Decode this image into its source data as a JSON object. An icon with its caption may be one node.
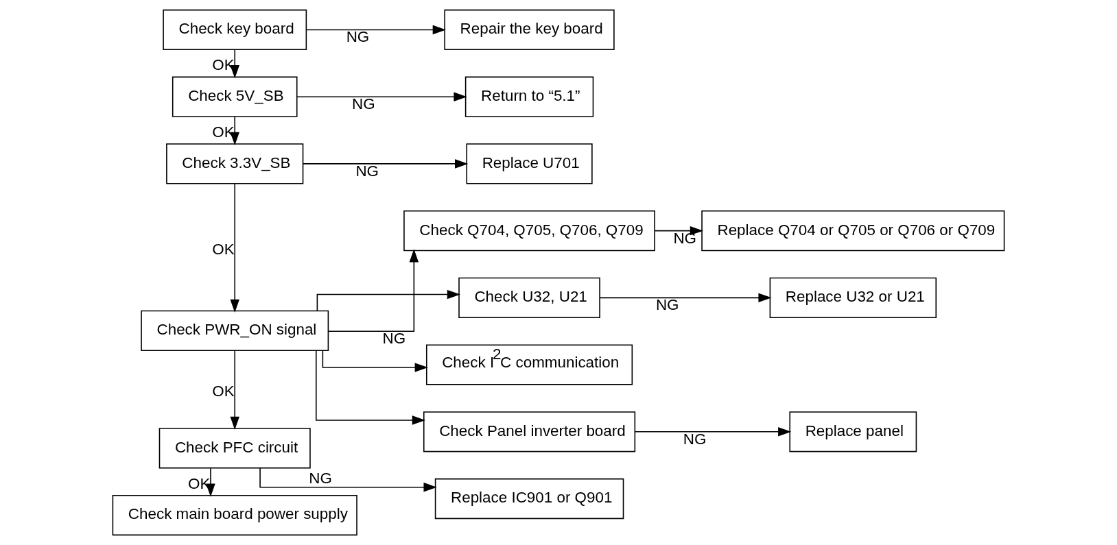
{
  "diagram": {
    "nodes": [
      {
        "text": [
          "Check key board"
        ]
      },
      {
        "text": [
          "Repair the key board"
        ]
      },
      {
        "text": [
          "Check 5V_SB"
        ]
      },
      {
        "text": [
          "Return to “5.1”"
        ]
      },
      {
        "text": [
          "Check 3.3V_SB"
        ]
      },
      {
        "text": [
          "Replace U701"
        ]
      },
      {
        "text": [
          "Check PWR_ON signal"
        ]
      },
      {
        "text": [
          "Check Q704, Q705, Q706, Q709"
        ]
      },
      {
        "text": [
          "Replace Q704 or Q705 or Q706 or Q709"
        ]
      },
      {
        "text": [
          "Check U32, U21"
        ]
      },
      {
        "text": [
          "Replace U32 or U21"
        ]
      },
      {
        "text": [
          "Check I$^{2}$C communication"
        ]
      },
      {
        "text": [
          "Check Panel inverter board"
        ]
      },
      {
        "text": [
          "Replace panel"
        ]
      },
      {
        "text": [
          "Check PFC circuit"
        ]
      },
      {
        "text": [
          "Replace IC901 or Q901"
        ]
      },
      {
        "text": [
          "Check main board power supply"
        ]
      }
    ],
    "edges": [
      {
        "from": 0,
        "to": 1,
        "arrow": "to",
        "label": "NG"
      },
      {
        "from": 0,
        "to": 2,
        "arrow": "to",
        "label": "OK"
      },
      {
        "from": 2,
        "to": 3,
        "arrow": "to",
        "label": "NG"
      },
      {
        "from": 2,
        "to": 4,
        "arrow": "to",
        "label": "OK"
      },
      {
        "from": 4,
        "to": 5,
        "arrow": "to",
        "label": "NG"
      },
      {
        "from": 4,
        "to": 6,
        "arrow": "to",
        "label": "OK"
      },
      {
        "from": 6,
        "to": 7,
        "arrow": "to",
        "label": "NG"
      },
      {
        "from": 6,
        "to": 9,
        "arrow": "to"
      },
      {
        "from": 6,
        "to": 11,
        "arrow": "to"
      },
      {
        "from": 6,
        "to": 12,
        "arrow": "to"
      },
      {
        "from": 7,
        "to": 8,
        "arrow": "to",
        "label": "NG"
      },
      {
        "from": 9,
        "to": 10,
        "arrow": "to",
        "label": "NG"
      },
      {
        "from": 12,
        "to": 13,
        "arrow": "to",
        "label": "NG"
      },
      {
        "from": 6,
        "to": 14,
        "arrow": "to",
        "label": "OK"
      },
      {
        "from": 14,
        "to": 15,
        "arrow": "to",
        "label": "NG"
      },
      {
        "from": 14,
        "to": 16,
        "arrow": "to",
        "label": "OK"
      }
    ]
  }
}
